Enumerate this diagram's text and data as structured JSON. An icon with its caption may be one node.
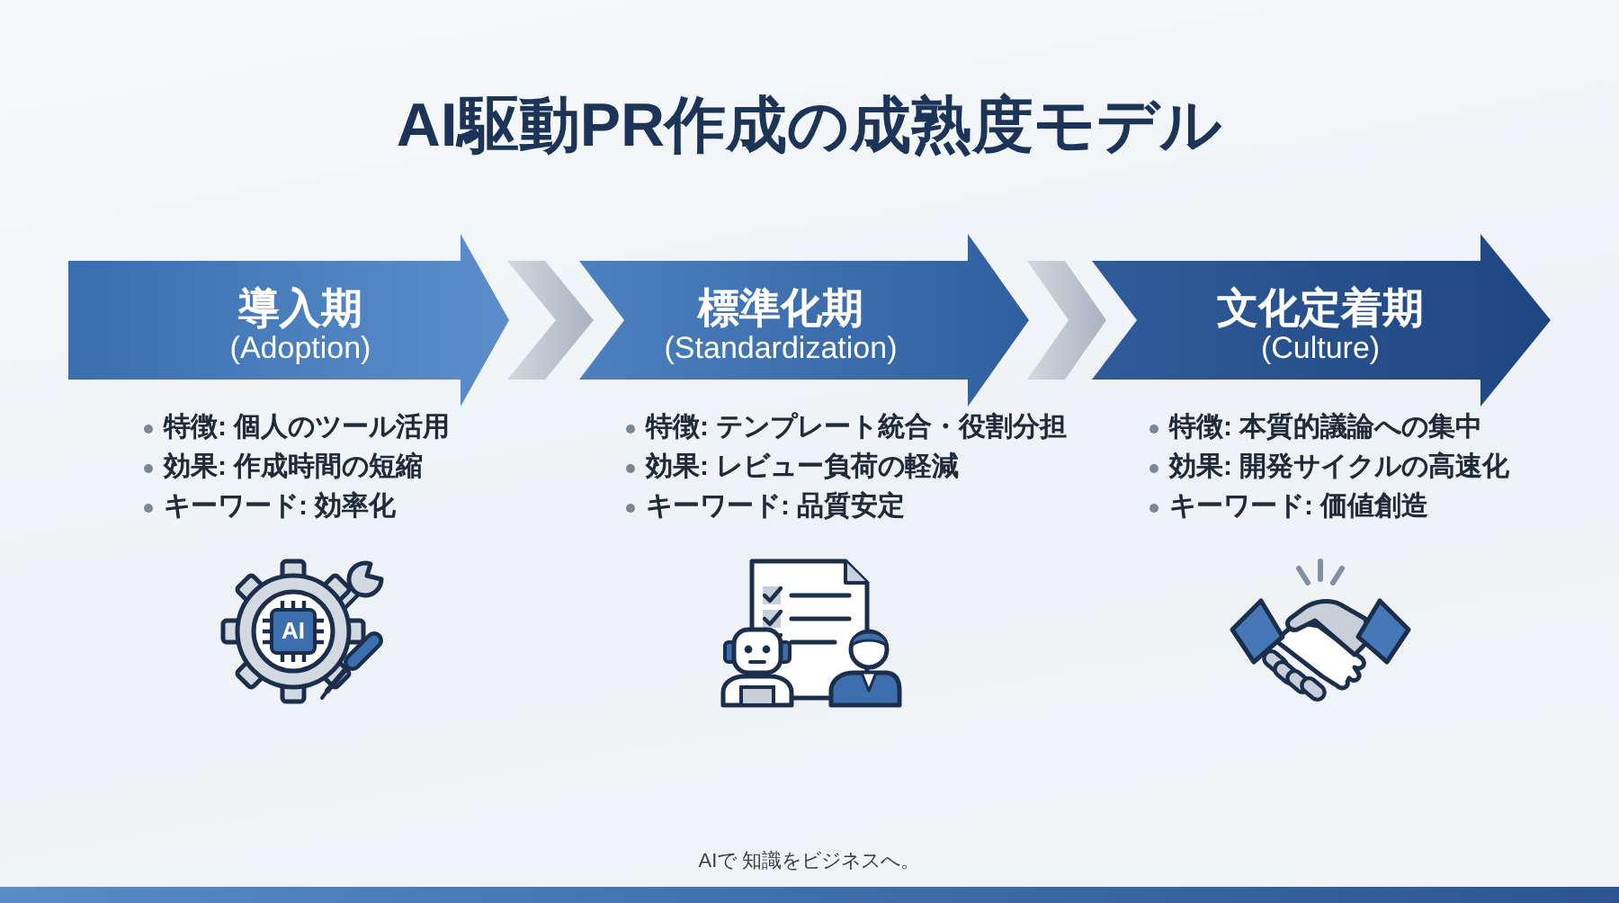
{
  "diagram": {
    "title": "AI駆動PR作成の成熟度モデル",
    "nodes": [
      {
        "text": [
          "導入期",
          "(Adoption)"
        ],
        "beside": [
          "特徴: 個人のツール活用",
          "効果: 作成時間の短縮",
          "キーワード: 効率化"
        ]
      },
      {
        "text": [
          "標準化期",
          "(Standardization)"
        ],
        "beside": [
          "特徴: テンプレート統合・役割分担",
          "効果: レビュー負荷の軽減",
          "キーワード: 品質安定"
        ]
      },
      {
        "text": [
          "文化定着期",
          "(Culture)"
        ],
        "beside": [
          "特徴: 本質的議論への集中",
          "効果: 開発サイクルの高速化",
          "キーワード: 価値創造"
        ]
      }
    ],
    "edges": [
      {
        "from": 0,
        "to": 1,
        "arrow": "to"
      },
      {
        "from": 1,
        "to": 2,
        "arrow": "to"
      }
    ],
    "labels": [
      "AI",
      "AIで 知識をビジネスへ。"
    ]
  }
}
